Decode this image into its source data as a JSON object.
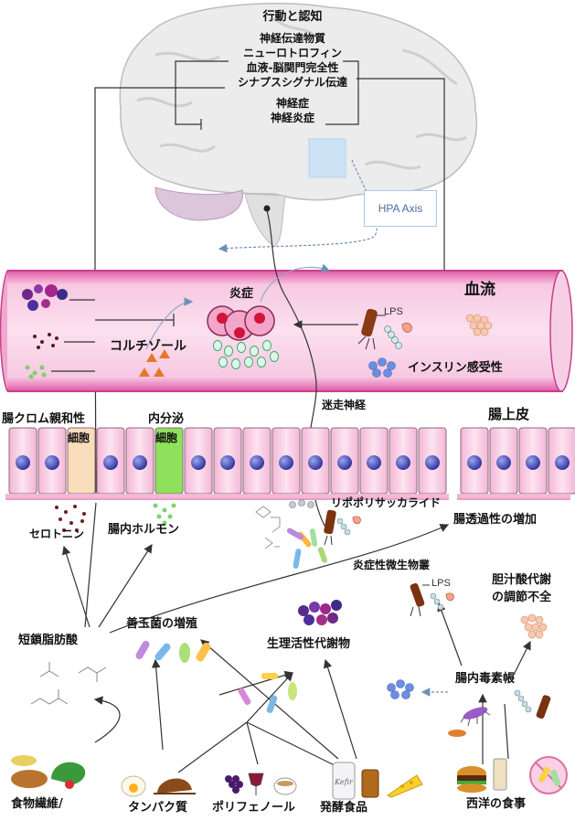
{
  "brain": {
    "behavior": "行動と認知",
    "items": [
      "神経伝達物質",
      "ニューロトロフィン",
      "血液-脳関門完全性",
      "シナプスシグナル伝達"
    ],
    "lower": [
      "神経症",
      "神経炎症"
    ],
    "hpa": "HPA Axis"
  },
  "blood": {
    "title": "血流",
    "inflammation": "炎症",
    "cortisol": "コルチゾール",
    "lps": "LPS",
    "insulin": "インスリン感受性",
    "vagus": "迷走神経"
  },
  "epithelium": {
    "enterochromaffin": "腸クロム親和性",
    "endocrine": "内分泌",
    "cell": "細胞",
    "gut_epithelium": "腸上皮"
  },
  "lower_labels": {
    "serotonin": "セロトニン",
    "gut_hormone": "腸内ホルモン",
    "lipopolysaccharide": "リポポリサッカライド",
    "permeability": "腸透過性の増加",
    "inflammatory_microbiota": "炎症性微生物叢",
    "lps": "LPS",
    "bile_acid_1": "胆汁酸代謝",
    "bile_acid_2": "の調節不全",
    "scfa": "短鎖脂肪酸",
    "good_bacteria": "善玉菌の増殖",
    "bioactive": "生理活性代謝物",
    "gut_toxin": "腸内毒素帳"
  },
  "foods": {
    "fiber": "食物繊維/",
    "protein": "タンパク質",
    "polyphenol": "ポリフェノール",
    "fermented": "発酵食品",
    "western": "西洋の食事",
    "kefir_label": "Kefir"
  }
}
